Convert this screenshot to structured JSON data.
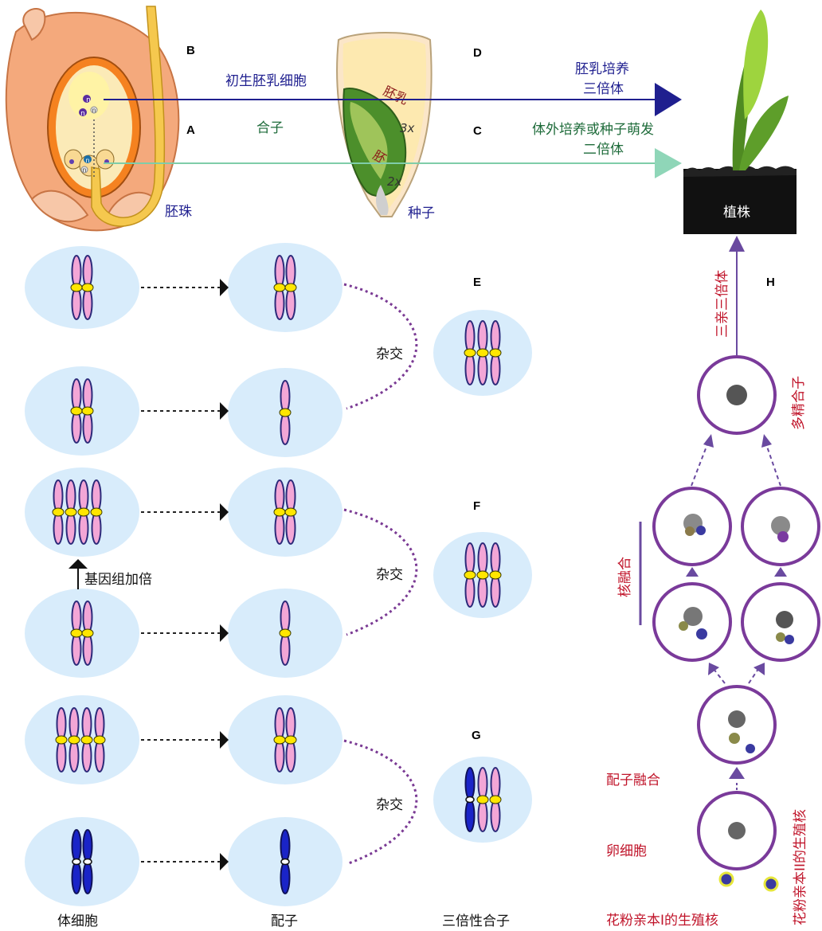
{
  "letters": {
    "A": "A",
    "B": "B",
    "C": "C",
    "D": "D",
    "E": "E",
    "F": "F",
    "G": "G",
    "H": "H"
  },
  "top": {
    "ovule_label": "胚珠",
    "seed_label": "种子",
    "endosperm_cell_label": "初生胚乳细胞",
    "zygote_label": "合子",
    "endosperm_in_seed": "胚乳",
    "embryo_in_seed": "胚",
    "endosperm_ploidy": "3x",
    "embryo_ploidy": "2x",
    "endosperm_culture": "胚乳培养",
    "triploid": "三倍体",
    "culture_or_germination": "体外培养或种子萌发",
    "diploid": "二倍体",
    "plant_label": "植株",
    "n_marker": "n"
  },
  "crosses": {
    "cross_label": "杂交",
    "genome_doubling": "基因组加倍"
  },
  "bottom_labels": {
    "somatic": "体细胞",
    "gamete": "配子",
    "triploid_zygote": "三倍性合子"
  },
  "right": {
    "parental_triploid": "三亲三倍体",
    "polyspermic_zygote": "多精合子",
    "nuclear_fusion": "核融合",
    "gamete_fusion": "配子融合",
    "egg_cell": "卵细胞",
    "pollen_parent_2": "花粉亲本II的生殖核",
    "pollen_parent_1": "花粉亲本I的生殖核"
  },
  "colors": {
    "blue_label": "#1f1f8f",
    "green_label": "#1e6b3a",
    "red_label": "#c0142a",
    "purple_line": "#7a3a9a",
    "cell_fill": "#d8ecfb",
    "chrom_pink": "#f3a6d6",
    "chrom_blue": "#1a24c8"
  }
}
